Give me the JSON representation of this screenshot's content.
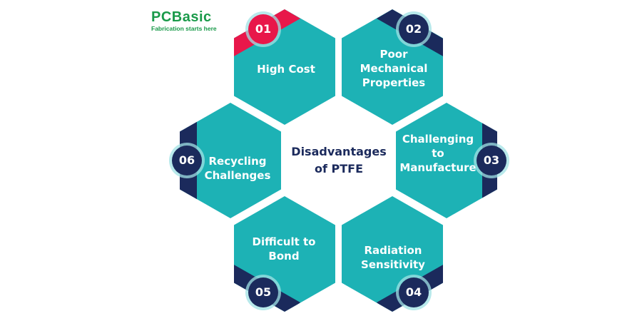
{
  "logo": {
    "brand": "PCBasic",
    "tagline": "Fabrication starts here",
    "color": "#1a9a4a"
  },
  "title": {
    "line1": "Disadvantages",
    "line2": "of PTFE"
  },
  "colors": {
    "hex_fill": "#1DB2B5",
    "navy": "#1B2A5C",
    "red": "#E8174A",
    "title": "#1B2A5C"
  },
  "items": [
    {
      "number": "01",
      "lines": [
        "High Cost"
      ],
      "accent": "red"
    },
    {
      "number": "02",
      "lines": [
        "Poor",
        "Mechanical",
        "Properties"
      ],
      "accent": "navy"
    },
    {
      "number": "03",
      "lines": [
        "Challenging",
        "to",
        "Manufacture"
      ],
      "accent": "navy"
    },
    {
      "number": "04",
      "lines": [
        "Radiation",
        "Sensitivity"
      ],
      "accent": "navy"
    },
    {
      "number": "05",
      "lines": [
        "Difficult to",
        "Bond"
      ],
      "accent": "navy"
    },
    {
      "number": "06",
      "lines": [
        "Recycling",
        "Challenges"
      ],
      "accent": "navy"
    }
  ]
}
